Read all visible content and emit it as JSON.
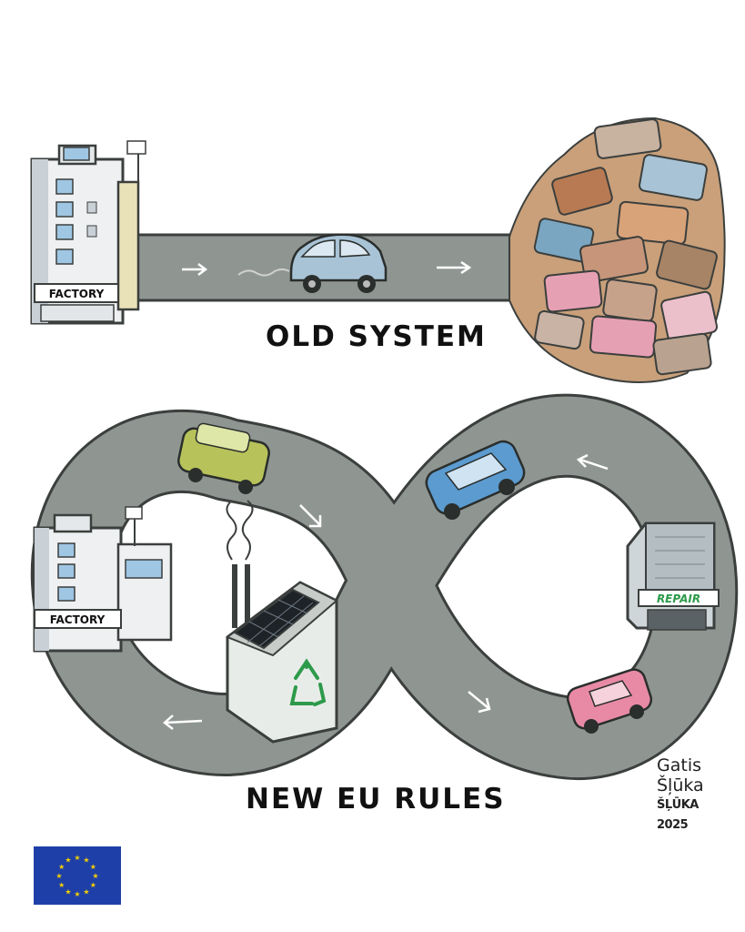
{
  "captions": {
    "old_system": "OLD SYSTEM",
    "new_rules": "NEW EU RULES"
  },
  "signs": {
    "factory_top": "FACTORY",
    "factory_bottom": "FACTORY",
    "repair": "REPAIR"
  },
  "signature": {
    "first_name": "Gatis",
    "last_name": "Šļūka",
    "tag": "ŠĻŪKA 2025"
  },
  "icons": [
    "factory-icon",
    "car-icon",
    "scrapheap-icon",
    "recycling-icon",
    "solar-panel-icon",
    "repair-shop-icon",
    "eu-flag-icon",
    "arrow-icon"
  ],
  "colors": {
    "road": "#8f9692",
    "road_edge": "#3b3f3d",
    "car_blue": "#5b9bd0",
    "car_green": "#b7c35a",
    "car_pink": "#e88aa6",
    "car_grey_blue": "#a9c3d6",
    "eu_blue": "#1f3fa8",
    "eu_gold": "#f4d000",
    "recycle_green": "#2d9a4a"
  }
}
